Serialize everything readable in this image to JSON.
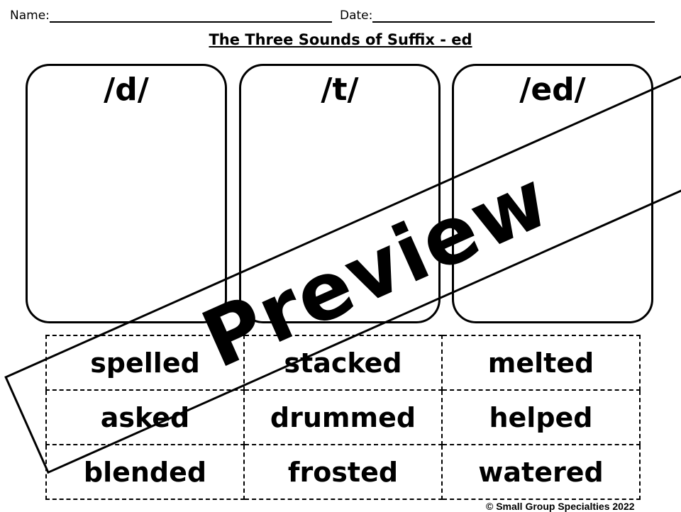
{
  "header": {
    "name_label": "Name:",
    "date_label": "Date:"
  },
  "title": "The Three Sounds of Suffix - ed",
  "sort_boxes": [
    {
      "label": "/d/"
    },
    {
      "label": "/t/"
    },
    {
      "label": "/ed/"
    }
  ],
  "words": [
    [
      "spelled",
      "stacked",
      "melted"
    ],
    [
      "asked",
      "drummed",
      "helped"
    ],
    [
      "blended",
      "frosted",
      "watered"
    ]
  ],
  "watermark": "Preview",
  "copyright": "© Small Group Specialties 2022"
}
